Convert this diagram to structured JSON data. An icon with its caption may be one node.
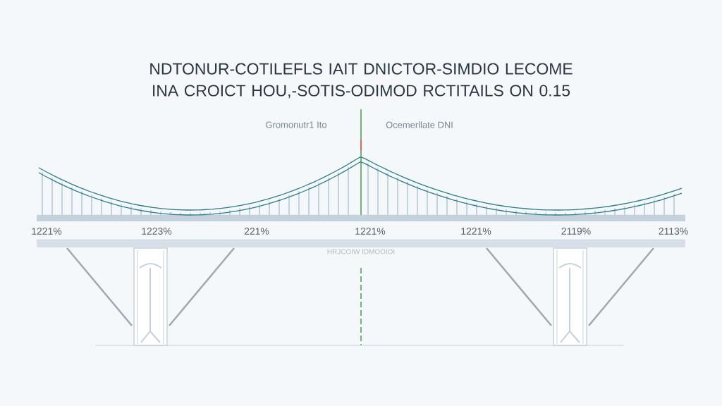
{
  "diagram": {
    "title": "NDTONUR-COTILEFLS IAIT DNICTOR-SIMDIO LECOME INA CROICT HOU,-SOTIS-ODIMOD RCTITAILS ON 0.15",
    "labels": [
      "Gromonutr1 Ito",
      "Ocemerllate DNI",
      "1221%",
      "1223%",
      "221%",
      "1221%",
      "1221%",
      "2119%",
      "2113%",
      "HRJCOIW IDMOOIOI"
    ]
  }
}
